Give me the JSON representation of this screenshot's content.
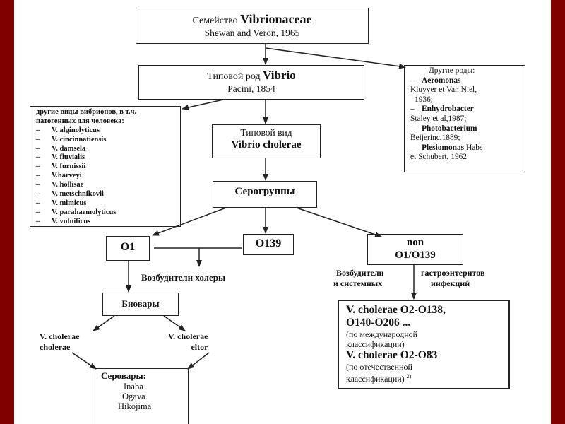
{
  "family": {
    "label": "Семейство",
    "name": "Vibrionaceae",
    "authors": "Shewan and Veron, 1965"
  },
  "type_genus": {
    "label": "Типовой род",
    "name": "Vibrio",
    "authors": "Pacini, 1854"
  },
  "other_genera": {
    "title": "Другие роды:",
    "items": [
      {
        "dash": "–",
        "name": "Aeromonas",
        "author_inline": "",
        "lines": [
          "Kluyver et Van Niel,",
          "1936;"
        ]
      },
      {
        "dash": "–",
        "name": "Enhydrobacter",
        "author_inline": "",
        "lines": [
          "Staley et al,1987;"
        ]
      },
      {
        "dash": "–",
        "name": "Photobacterium",
        "author_inline": "",
        "lines": [
          "Beijerinc,1889;"
        ]
      },
      {
        "dash": "–",
        "name": "Plesiomonas",
        "author_inline": "Habs",
        "lines": [
          "et Schubert, 1962"
        ]
      }
    ]
  },
  "other_species": {
    "title_line1": "другие виды вибрионов, в т.ч.",
    "title_line2": "патогенных для человека:",
    "items": [
      {
        "dash": "–",
        "name": "V. alginolyticus"
      },
      {
        "dash": "–",
        "name": "V. cincinnatiensis"
      },
      {
        "dash": "–",
        "name": "V. damsela"
      },
      {
        "dash": "–",
        "name": "V. fluvialis"
      },
      {
        "dash": "–",
        "name": "V. furnissii"
      },
      {
        "dash": "–",
        "name": "V.harveyi"
      },
      {
        "dash": "–",
        "name": "V. hollisae"
      },
      {
        "dash": "–",
        "name": "V. metschnikovii"
      },
      {
        "dash": "–",
        "name": "V. mimicus"
      },
      {
        "dash": "–",
        "name": "V. parahaemolyticus"
      },
      {
        "dash": "–",
        "name": "V. vulnificus"
      }
    ]
  },
  "type_species": {
    "label": "Типовой вид",
    "name": "Vibrio cholerae"
  },
  "serogroups": {
    "label": "Серогруппы"
  },
  "o1": {
    "label": "O1"
  },
  "o139": {
    "label": "O139"
  },
  "non_o1": {
    "line1": "non",
    "line2": "O1/O139"
  },
  "cholera_agents": {
    "label": "Возбудители холеры"
  },
  "gastro": {
    "left_line1": "Возбудители",
    "left_line2": "и системных",
    "right_line1": "гастроэнтеритов",
    "right_line2": "инфекций"
  },
  "biovars": {
    "label": "Биовары"
  },
  "biovar_cholerae": {
    "line1": "V. cholerae",
    "line2": "cholerae"
  },
  "biovar_eltor": {
    "line1": "V. cholerae",
    "line2": "eltor"
  },
  "serovars": {
    "title": "Серовары:",
    "items": [
      "Inaba",
      "Ogava",
      "Hikojima"
    ]
  },
  "non_o1_detail": {
    "line1": "V. cholerae O2-O138,",
    "line2": "O140-O206 ...",
    "note1_line1": "(по международной",
    "note1_line2": "классификации)",
    "line3": "V. cholerae O2-O83",
    "note2_line1": "(по отечественной",
    "note2_line2": "классификации)",
    "footnote": "2)"
  }
}
